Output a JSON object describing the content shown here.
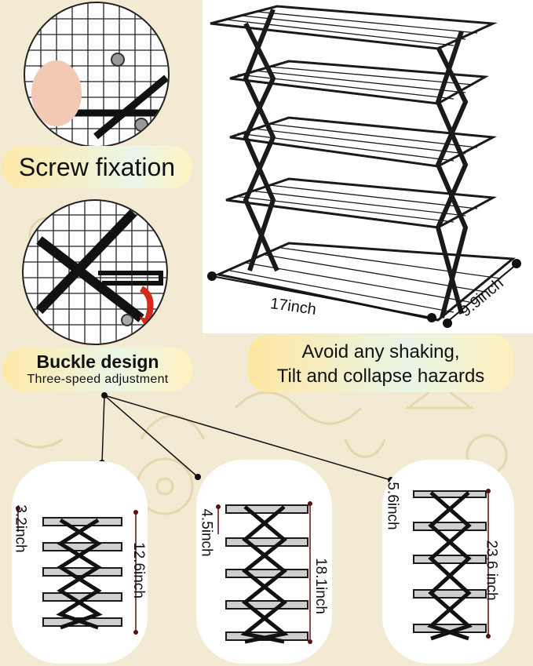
{
  "labels": {
    "screw_fixation": "Screw fixation",
    "buckle_title": "Buckle design",
    "buckle_subtitle": "Three-speed adjustment",
    "hazard_line1": "Avoid any shaking,",
    "hazard_line2": "Tilt and collapse hazards"
  },
  "hero_dimensions": {
    "length": "17inch",
    "width": "9.9inch"
  },
  "heights": [
    {
      "gap": "3.2inch",
      "total": "12.6inch"
    },
    {
      "gap": "4.5inch",
      "total": "18.1inch"
    },
    {
      "gap": "5.6inch",
      "total": "23.6 inch"
    }
  ],
  "colors": {
    "background": "#f3ead3",
    "metal": "#1a1a1a",
    "accent_arrow": "#d62a1e",
    "dim_line": "#5a1010"
  }
}
